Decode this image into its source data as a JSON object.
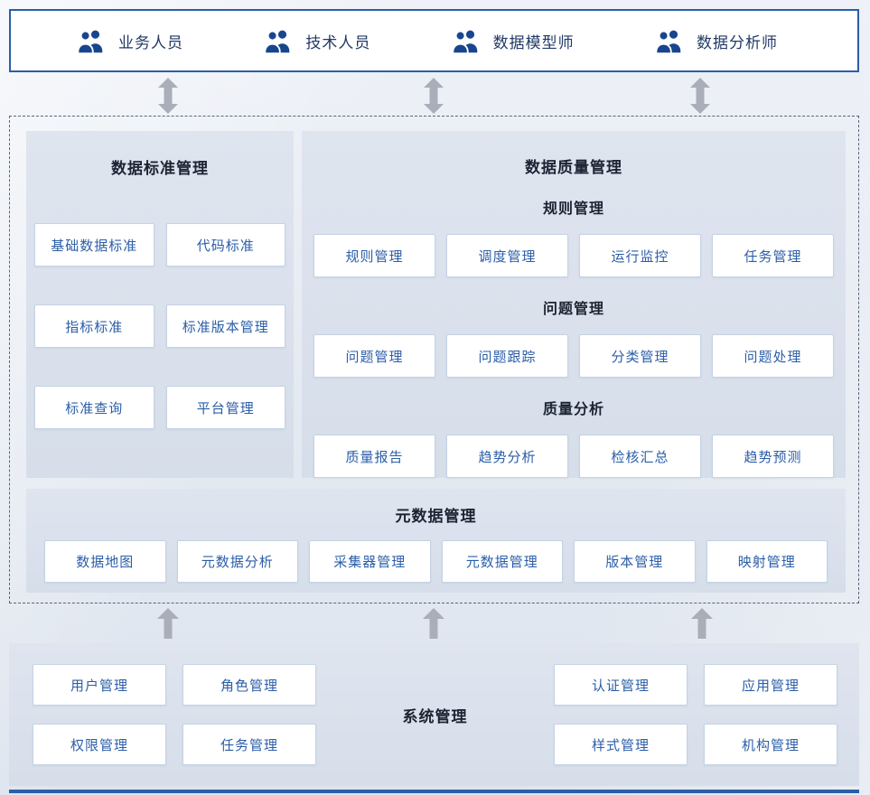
{
  "colors": {
    "accent_blue": "#2b5ea8",
    "title_dark": "#1c2332",
    "arrow_gray": "#a9aeb8",
    "panel_bg": "#dbe2ed",
    "button_border": "#c5d3e5",
    "icon_blue": "#17468f"
  },
  "roles": [
    {
      "label": "业务人员"
    },
    {
      "label": "技术人员"
    },
    {
      "label": "数据模型师"
    },
    {
      "label": "数据分析师"
    }
  ],
  "standard_panel": {
    "title": "数据标准管理",
    "items": [
      "基础数据标准",
      "代码标准",
      "指标标准",
      "标准版本管理",
      "标准查询",
      "平台管理"
    ]
  },
  "quality_panel": {
    "title": "数据质量管理",
    "groups": [
      {
        "title": "规则管理",
        "items": [
          "规则管理",
          "调度管理",
          "运行监控",
          "任务管理"
        ]
      },
      {
        "title": "问题管理",
        "items": [
          "问题管理",
          "问题跟踪",
          "分类管理",
          "问题处理"
        ]
      },
      {
        "title": "质量分析",
        "items": [
          "质量报告",
          "趋势分析",
          "检核汇总",
          "趋势预测"
        ]
      }
    ]
  },
  "metadata_panel": {
    "title": "元数据管理",
    "items": [
      "数据地图",
      "元数据分析",
      "采集器管理",
      "元数据管理",
      "版本管理",
      "映射管理"
    ]
  },
  "system_panel": {
    "title": "系统管理",
    "left_items": [
      "用户管理",
      "角色管理",
      "权限管理",
      "任务管理"
    ],
    "right_items": [
      "认证管理",
      "应用管理",
      "样式管理",
      "机构管理"
    ]
  }
}
